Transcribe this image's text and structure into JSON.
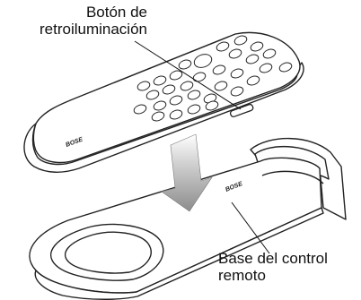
{
  "callouts": {
    "backlight_button": {
      "line1": "Botón de",
      "line2": "retroiluminación"
    },
    "remote_base": {
      "line1": "Base del control",
      "line2": "remoto"
    }
  },
  "logos": {
    "remote": "BOSE",
    "base": "BOSE"
  },
  "colors": {
    "outline": "#222222",
    "arrow": "#8c8c8c",
    "background": "#ffffff"
  }
}
